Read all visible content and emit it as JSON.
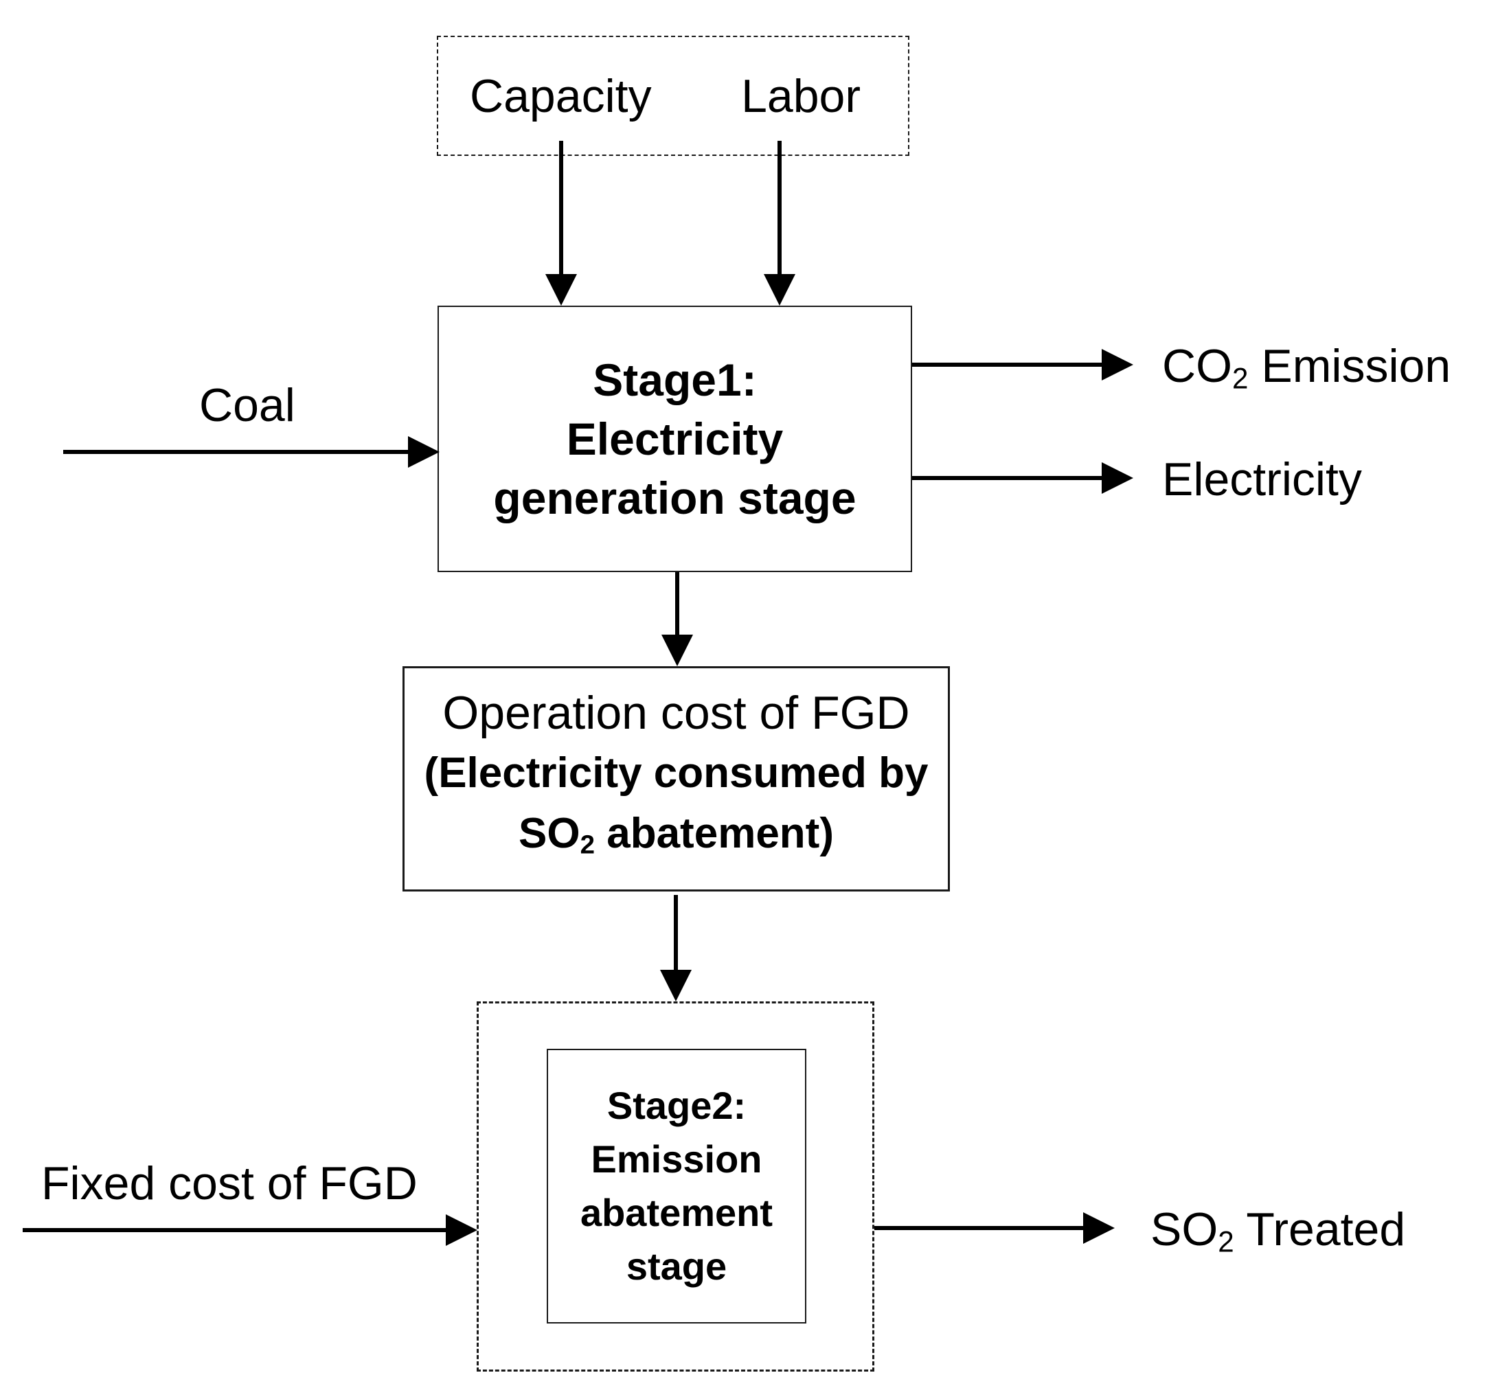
{
  "diagram": {
    "background_color": "#ffffff",
    "line_color": "#000000",
    "inputs_box": {
      "capacity_label": "Capacity",
      "labor_label": "Labor"
    },
    "coal_label": "Coal",
    "stage1": {
      "line1": "Stage1:",
      "line2": "Electricity",
      "line3": "generation stage"
    },
    "outputs": {
      "co2": {
        "pre": "CO",
        "sub": "2",
        "post": " Emission"
      },
      "electricity_label": "Electricity"
    },
    "operation_box": {
      "line1": "Operation cost of FGD",
      "line2": "(Electricity consumed by",
      "line3": {
        "pre": "SO",
        "sub": "2",
        "post": " abatement)"
      }
    },
    "stage2": {
      "line1": "Stage2:",
      "line2": "Emission",
      "line3": "abatement",
      "line4": "stage"
    },
    "fixed_cost_label": "Fixed cost of FGD",
    "so2_treated": {
      "pre": "SO",
      "sub": "2",
      "post": " Treated"
    }
  }
}
